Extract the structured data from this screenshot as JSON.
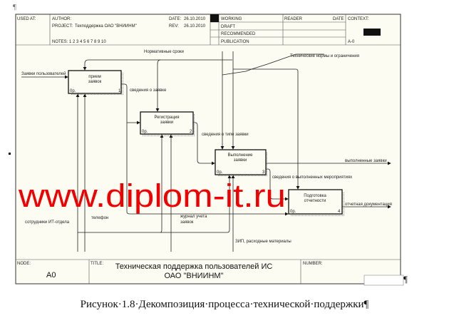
{
  "header": {
    "used_at": "USED AT:",
    "author": "AUTHOR:",
    "project_label": "PROJECT:",
    "project": "Техподдержка ОАО \"ВНИИНМ\"",
    "date_label": "DATE:",
    "date": "26.10.2010",
    "rev_label": "REV:",
    "rev": "26.10.2010",
    "notes": "NOTES:  1  2  3  4  5  6  7  8  9  10",
    "status": [
      "WORKING",
      "DRAFT",
      "RECOMMENDED",
      "PUBLICATION"
    ],
    "reader": "READER",
    "reader_date": "DATE",
    "context": "CONTEXT:",
    "context_node": "A-0"
  },
  "diagram": {
    "boxes": [
      {
        "label1": "прием",
        "label2": "заявок",
        "cost": "0р.",
        "num": "1"
      },
      {
        "label1": "Регистрация",
        "label2": "заявки",
        "cost": "0р.",
        "num": "2"
      },
      {
        "label1": "Выполнение",
        "label2": "заявки",
        "cost": "0р.",
        "num": "3"
      },
      {
        "label1": "Подготовка",
        "label2": "отчетности",
        "cost": "0р.",
        "num": "4"
      }
    ],
    "arrows": {
      "normative": "Нормативные сроки",
      "tech_norms": "Технические нормы и ограничения",
      "user_requests": "Заявки пользователей",
      "request_info": "сведения о заявке",
      "request_type": "сведения о типе заявки",
      "done": "выполненные заявки",
      "done_info": "сведения о выполненных мероприятиях",
      "reports": "отчетная документация",
      "staff": "сотрудники ИТ-отдела",
      "phone": "телефон",
      "journal1": "журнал учета",
      "journal2": "заявок",
      "materials": "ЗИП, расходные материалы"
    },
    "watermark": "www.diplom-it.ru"
  },
  "footer": {
    "node_label": "NODE:",
    "node": "A0",
    "title_label": "TITLE:",
    "title1": "Техническая поддержка  пользователей ИС",
    "title2": "ОАО \"ВНИИНМ\"",
    "number_label": "NUMBER:"
  },
  "caption": "Рисунок·1.8·Декомпозиция·процесса·технической·поддержки¶",
  "pilcrow": "¶"
}
